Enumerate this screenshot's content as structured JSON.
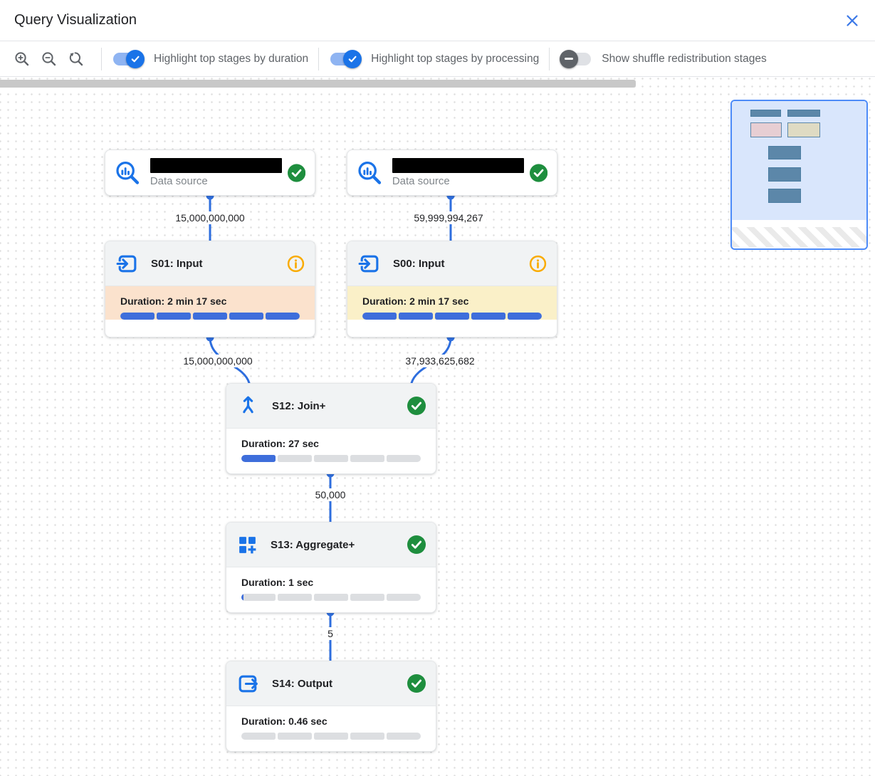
{
  "header": {
    "title": "Query Visualization"
  },
  "toolbar": {
    "zoom_in_tooltip": "Zoom in",
    "zoom_out_tooltip": "Zoom out",
    "zoom_reset_tooltip": "Reset zoom",
    "toggles": [
      {
        "label": "Highlight top stages by duration",
        "state": "on"
      },
      {
        "label": "Highlight top stages by processing",
        "state": "on"
      },
      {
        "label": "Show shuffle redistribution stages",
        "state": "off"
      }
    ]
  },
  "graph": {
    "nodes": [
      {
        "id": "ds1",
        "type": "data_source",
        "label": "Data source",
        "name_redacted": true,
        "status": "success"
      },
      {
        "id": "ds2",
        "type": "data_source",
        "label": "Data source",
        "name_redacted": true,
        "status": "success"
      },
      {
        "id": "s01",
        "type": "stage",
        "title": "S01: Input",
        "duration_label": "Duration: 2 min 17 sec",
        "status": "info",
        "highlight": "duration",
        "progress": [
          1,
          1,
          1,
          1,
          1
        ]
      },
      {
        "id": "s00",
        "type": "stage",
        "title": "S00: Input",
        "duration_label": "Duration: 2 min 17 sec",
        "status": "info",
        "highlight": "processing",
        "progress": [
          1,
          1,
          1,
          1,
          1
        ]
      },
      {
        "id": "s12",
        "type": "stage",
        "title": "S12: Join+",
        "duration_label": "Duration: 27 sec",
        "status": "success",
        "highlight": "none",
        "progress": [
          1,
          0,
          0,
          0,
          0
        ]
      },
      {
        "id": "s13",
        "type": "stage",
        "title": "S13: Aggregate+",
        "duration_label": "Duration: 1 sec",
        "status": "success",
        "highlight": "none",
        "progress": [
          0.07,
          0,
          0,
          0,
          0
        ]
      },
      {
        "id": "s14",
        "type": "stage",
        "title": "S14: Output",
        "duration_label": "Duration: 0.46 sec",
        "status": "success",
        "highlight": "none",
        "progress": [
          0,
          0,
          0,
          0,
          0
        ]
      }
    ],
    "edges": [
      {
        "from": "ds1",
        "to": "s01",
        "rows": "15,000,000,000"
      },
      {
        "from": "ds2",
        "to": "s00",
        "rows": "59,999,994,267"
      },
      {
        "from": "s01",
        "to": "s12",
        "rows": "15,000,000,000"
      },
      {
        "from": "s00",
        "to": "s12",
        "rows": "37,933,625,682"
      },
      {
        "from": "s12",
        "to": "s13",
        "rows": "50,000"
      },
      {
        "from": "s13",
        "to": "s14",
        "rows": "5"
      }
    ]
  },
  "colors": {
    "accent_blue": "#1a73e8",
    "edge_blue": "#2e6ede",
    "bar_blue": "#3e6edb",
    "bar_gray": "#dcdee1",
    "duration_highlight": "#fbe2cd",
    "processing_highlight": "#faf0c8",
    "success_green": "#1e8e3e",
    "info_orange": "#f9ab00",
    "minimap_viewport": "#d9e6fc",
    "minimap_node": "#5c87a9"
  }
}
